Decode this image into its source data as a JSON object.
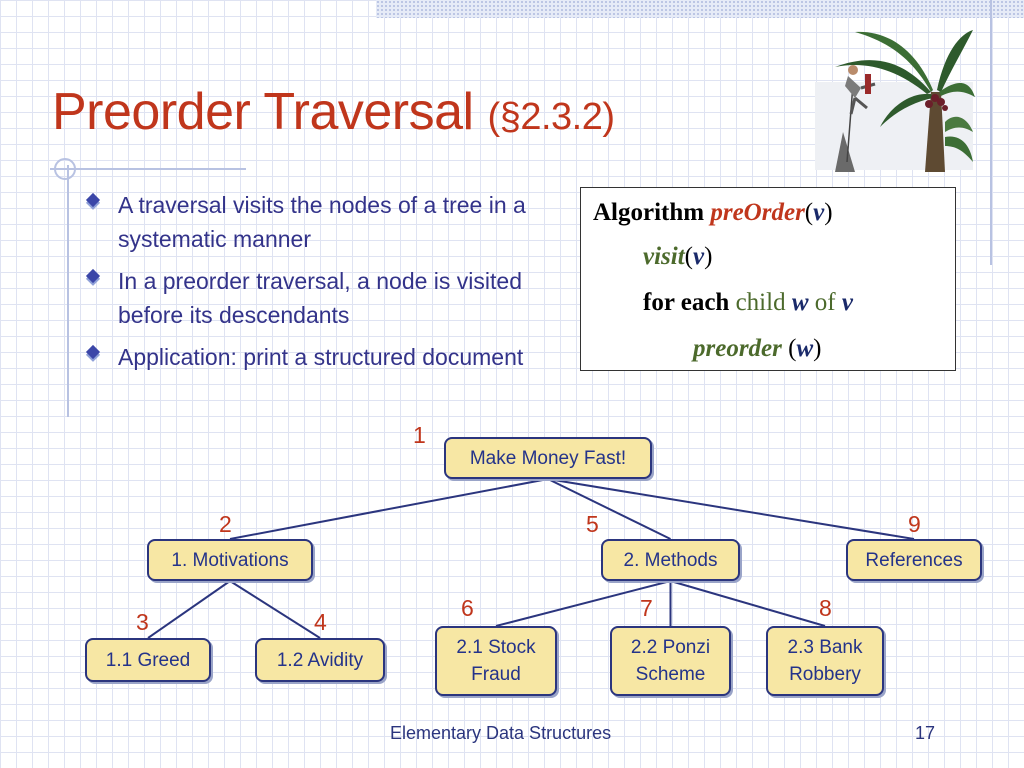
{
  "title": {
    "main": "Preorder Traversal ",
    "ref": "(§2.3.2)"
  },
  "bullets": [
    "A traversal visits the nodes of a tree in a systematic manner",
    "In a preorder traversal, a node is visited before its descendants",
    "Application: print a structured document"
  ],
  "algorithm": {
    "l1_kw": "Algorithm",
    "l1_fn": "preOrder",
    "l1_open": "(",
    "l1_var": "v",
    "l1_close": ")",
    "l2_fn": "visit",
    "l2_open": "(",
    "l2_var": "v",
    "l2_close": ")",
    "l3_kw": "for each",
    "l3_child": " child ",
    "l3_var_w": "w",
    "l3_of": " of ",
    "l3_var_v": "v",
    "l4_fn": "preorder",
    "l4_open": " (",
    "l4_var": "w",
    "l4_close": ")"
  },
  "tree": {
    "nodes": [
      {
        "id": "root",
        "label": "Make Money Fast!",
        "order": "1"
      },
      {
        "id": "motivations",
        "label": "1. Motivations",
        "order": "2"
      },
      {
        "id": "greed",
        "label": "1.1 Greed",
        "order": "3"
      },
      {
        "id": "avidity",
        "label": "1.2 Avidity",
        "order": "4"
      },
      {
        "id": "methods",
        "label": "2. Methods",
        "order": "5"
      },
      {
        "id": "stock",
        "label": "2.1 Stock Fraud",
        "order": "6"
      },
      {
        "id": "ponzi",
        "label": "2.2 Ponzi Scheme",
        "order": "7"
      },
      {
        "id": "bank",
        "label": "2.3 Bank Robbery",
        "order": "8"
      },
      {
        "id": "references",
        "label": "References",
        "order": "9"
      }
    ],
    "edges": [
      [
        "root",
        "motivations"
      ],
      [
        "root",
        "methods"
      ],
      [
        "root",
        "references"
      ],
      [
        "motivations",
        "greed"
      ],
      [
        "motivations",
        "avidity"
      ],
      [
        "methods",
        "stock"
      ],
      [
        "methods",
        "ponzi"
      ],
      [
        "methods",
        "bank"
      ]
    ]
  },
  "footer": {
    "title": "Elementary Data Structures",
    "page": "17"
  },
  "icons": {
    "bullet": "diamond-bullet-icon",
    "clipart": "palm-tree-climber-icon"
  },
  "colors": {
    "title": "#c0361c",
    "text": "#33338a",
    "node_fill": "#f7e7a4",
    "node_border": "#2b357e"
  }
}
